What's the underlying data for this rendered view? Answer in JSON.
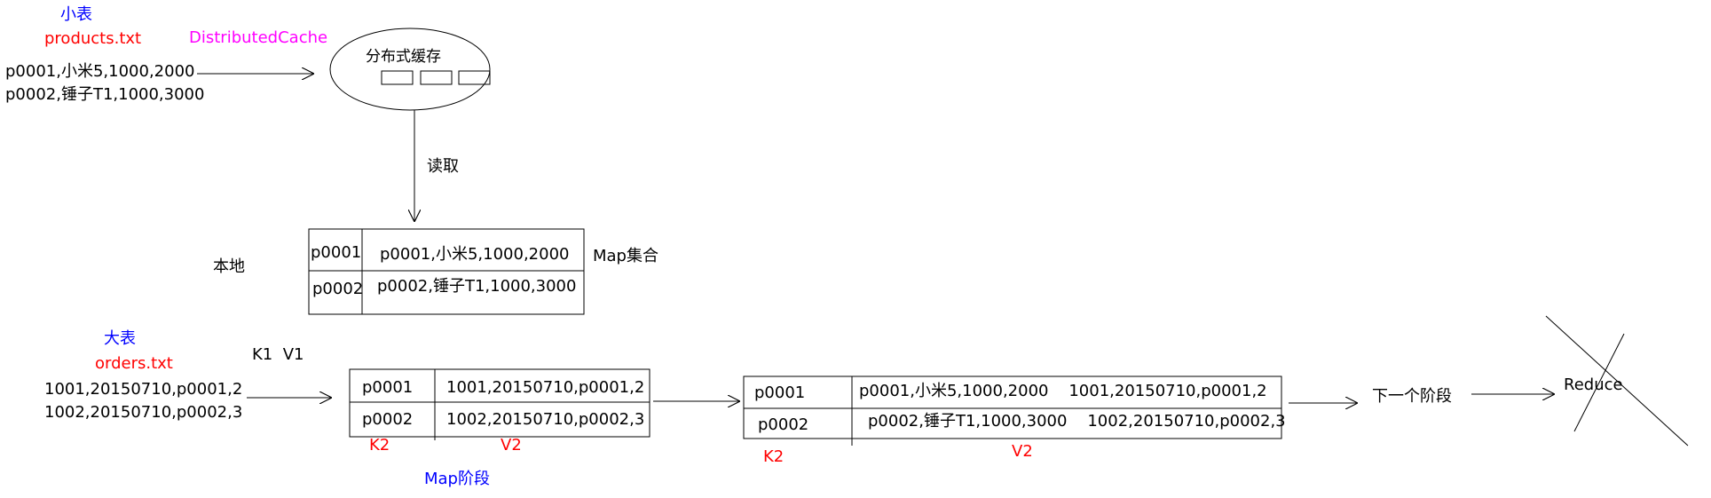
{
  "small_table": {
    "label": "小表",
    "file": "products.txt",
    "rows": [
      "p0001,小米5,1000,2000",
      "p0002,锤子T1,1000,3000"
    ]
  },
  "cache": {
    "label": "DistributedCache",
    "title": "分布式缓存"
  },
  "read_label": "读取",
  "local_label": "本地",
  "map_set": {
    "label": "Map集合",
    "rows": [
      {
        "key": "p0001",
        "value": "p0001,小米5,1000,2000"
      },
      {
        "key": "p0002",
        "value": "p0002,锤子T1,1000,3000"
      }
    ]
  },
  "big_table": {
    "label": "大表",
    "file": "orders.txt",
    "rows": [
      "1001,20150710,p0001,2",
      "1002,20150710,p0002,3"
    ]
  },
  "kv_header": "K1  V1",
  "map_output": {
    "rows": [
      {
        "key": "p0001",
        "value": "1001,20150710,p0001,2"
      },
      {
        "key": "p0002",
        "value": "1002,20150710,p0002,3"
      }
    ],
    "k_label": "K2",
    "v_label": "V2"
  },
  "map_phase_label": "Map阶段",
  "joined": {
    "rows": [
      {
        "key": "p0001",
        "value": "p0001,小米5,1000,2000    1001,20150710,p0001,2"
      },
      {
        "key": "p0002",
        "value": "p0002,锤子T1,1000,3000    1002,20150710,p0002,3"
      }
    ],
    "k_label": "K2",
    "v_label": "V2"
  },
  "next_stage_label": "下一个阶段",
  "reduce_label": "Reduce",
  "colors": {
    "blue": "#0000ff",
    "red": "#ff0000",
    "magenta": "#ff00ff",
    "line": "#000000"
  }
}
